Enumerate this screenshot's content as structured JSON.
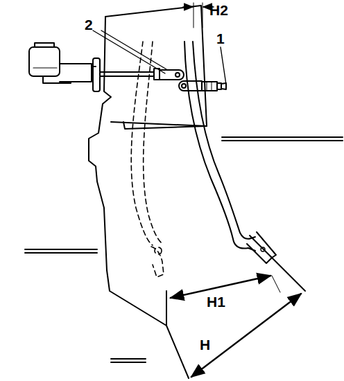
{
  "diagram": {
    "labels": [
      "2",
      "1",
      "H2",
      "H1",
      "H"
    ]
  }
}
